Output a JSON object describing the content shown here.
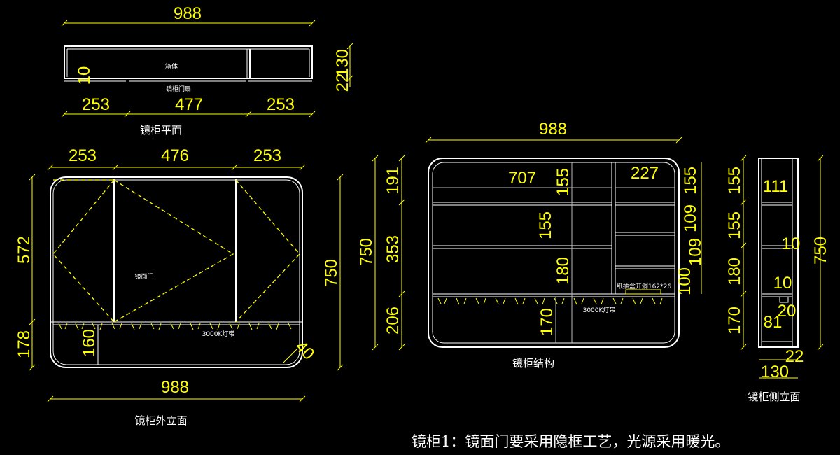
{
  "plan": {
    "title": "镜柜平面",
    "width_dim": "988",
    "left_dim": "253",
    "mid_dim": "477",
    "right_dim": "253",
    "depth_dim": "130",
    "door_dim": "22",
    "back_dim": "10",
    "body_label": "箱体",
    "door_label": "镜柜门扇"
  },
  "front": {
    "title": "镜柜外立面",
    "width_top": "988",
    "left_dim": "253",
    "mid_dim": "476",
    "right_dim": "253",
    "upper_h": "572",
    "lower_h": "178",
    "total_h": "750",
    "inner_h": "160",
    "corner_r": "40",
    "door_label": "镜面门",
    "led_label": "3000K灯带"
  },
  "structure": {
    "title": "镜柜结构",
    "width": "988",
    "left_w": "707",
    "right_w": "227",
    "total_h": "750",
    "h_top": "191",
    "h_mid": "353",
    "h_bot": "206",
    "shelf1": "155",
    "shelf2": "155",
    "shelf3": "180",
    "shelf4": "170",
    "r_shelf1": "155",
    "r_shelf2": "109",
    "r_shelf3": "109",
    "r_shelf4": "100",
    "tissue_label": "纸抽盒开洞162*26",
    "led_label": "3000K灯带"
  },
  "side": {
    "title": "镜柜侧立面",
    "total_h": "750",
    "h1": "155",
    "h2": "155",
    "h3": "180",
    "h4": "170",
    "shelf_depth": "111",
    "thick1": "10",
    "thick2": "10",
    "gap": "20",
    "inner_depth": "81",
    "door": "22",
    "depth": "130"
  },
  "note": "镜柜1：镜面门要采用隐框工艺，光源采用暖光。"
}
